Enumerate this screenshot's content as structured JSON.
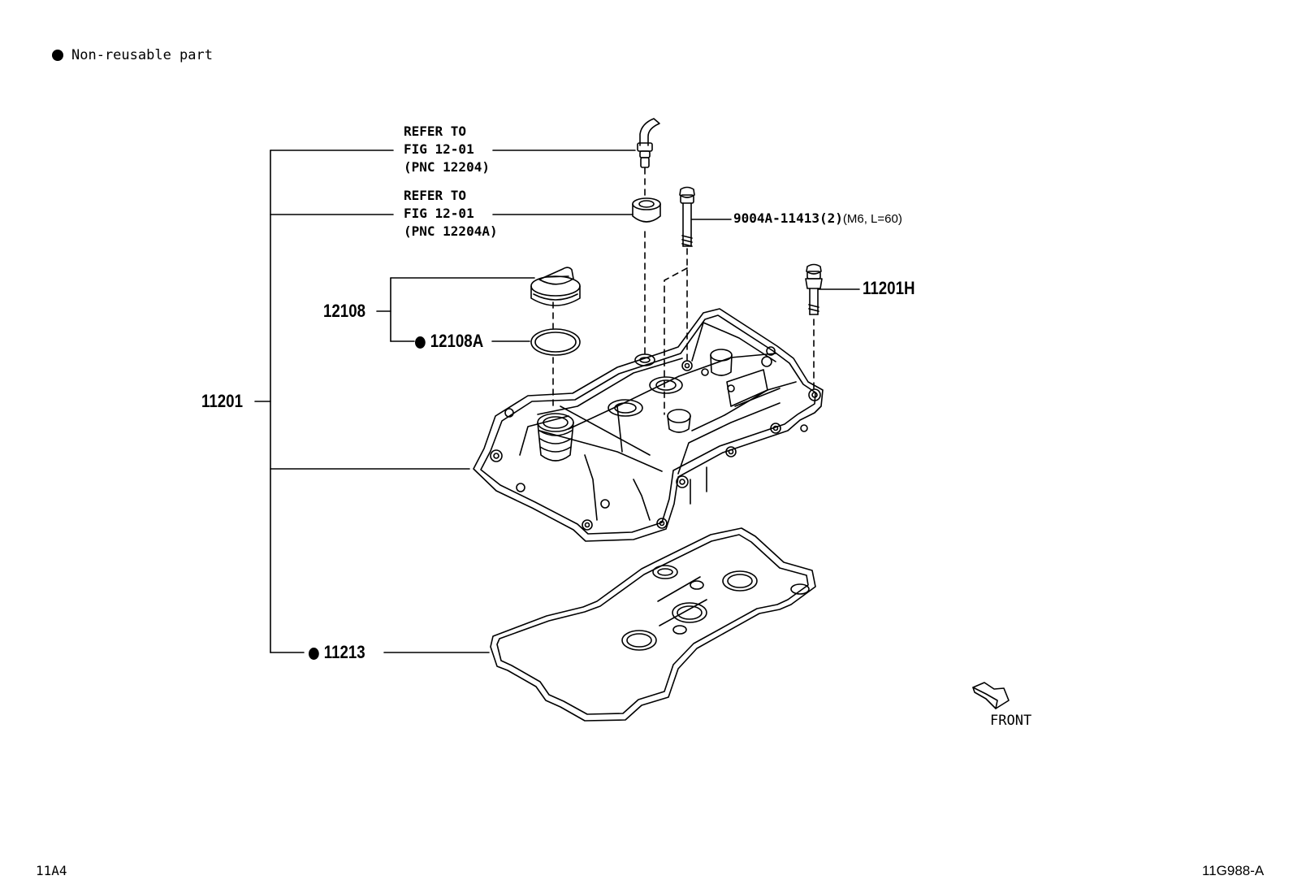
{
  "legend": {
    "marker_icon": "filled-circle-icon",
    "text": "Non-reusable part"
  },
  "callouts": {
    "refer_1": [
      "REFER TO",
      "FIG 12-01",
      "(PNC 12204)"
    ],
    "refer_2": [
      "REFER TO",
      "FIG 12-01",
      "(PNC 12204A)"
    ],
    "bolt_main": "9004A-11413(2)",
    "bolt_spec": "(M6, L=60)",
    "p11201H": "11201H",
    "p12108": "12108",
    "p12108A": "12108A",
    "p11201": "11201",
    "p11213": "11213"
  },
  "front_indicator": {
    "icon": "front-arrow-icon",
    "label": "FRONT"
  },
  "footer": {
    "left_code": "11A4",
    "right_code": "11G988-A"
  }
}
